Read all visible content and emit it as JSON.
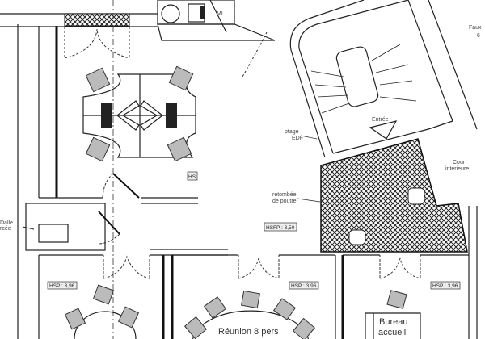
{
  "labels": {
    "faux": "Faux",
    "faux_suffix": "6",
    "entree": "Entrée",
    "cour_line1": "Cour",
    "cour_line2": "intérieure",
    "comptage_line1": "ptage",
    "comptage_line2": "EDF",
    "retombee_line1": "retombée",
    "retombee_line2": "de poutre",
    "dalle_line1": "Dalle",
    "dalle_line2": "rcée",
    "ml": "ML"
  },
  "height_tags": {
    "hsfp": "HSFP : 3,50",
    "hs_partial": "HS",
    "hsp_left": "HSP : 3,96",
    "hsp_middle": "HSP : 3,96",
    "hsp_right": "HSP : 3,96"
  },
  "rooms": {
    "meeting_middle": "Réunion 8 pers",
    "reception_line1": "Bureau",
    "reception_line2": "accueil"
  },
  "colors": {
    "line": "#222222",
    "hatch": "#333333",
    "chair": "#bbbbbb"
  }
}
